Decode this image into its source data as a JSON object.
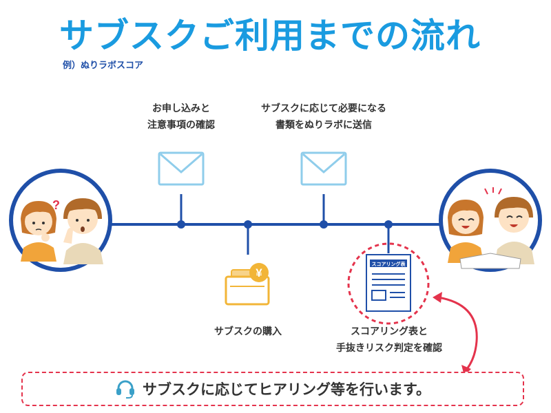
{
  "header": {
    "title": "サブスクご利用までの流れ",
    "subtitle": "例）ぬりラボスコア"
  },
  "steps": {
    "application": [
      "お申し込みと",
      "注意事項の確認"
    ],
    "send_documents": [
      "サブスクに応じて必要になる",
      "書類をぬりラボに送信"
    ],
    "purchase": "サブスクの購入",
    "scoring": [
      "スコアリング表と",
      "手抜きリスク判定を確認"
    ]
  },
  "document_icon": {
    "header_text": "スコアリング表"
  },
  "callout": {
    "text": "サブスクに応じてヒアリング等を行います。"
  },
  "icons": {
    "mail": "envelope-icon",
    "purchase": "yen-wallet-icon",
    "document": "document-icon",
    "support": "headset-icon"
  },
  "colors": {
    "title_blue": "#1a9be0",
    "line_navy": "#1f4fa8",
    "envelope_light_blue": "#8fcdeb",
    "wallet_gold": "#f2b537",
    "accent_red": "#e4334c"
  }
}
